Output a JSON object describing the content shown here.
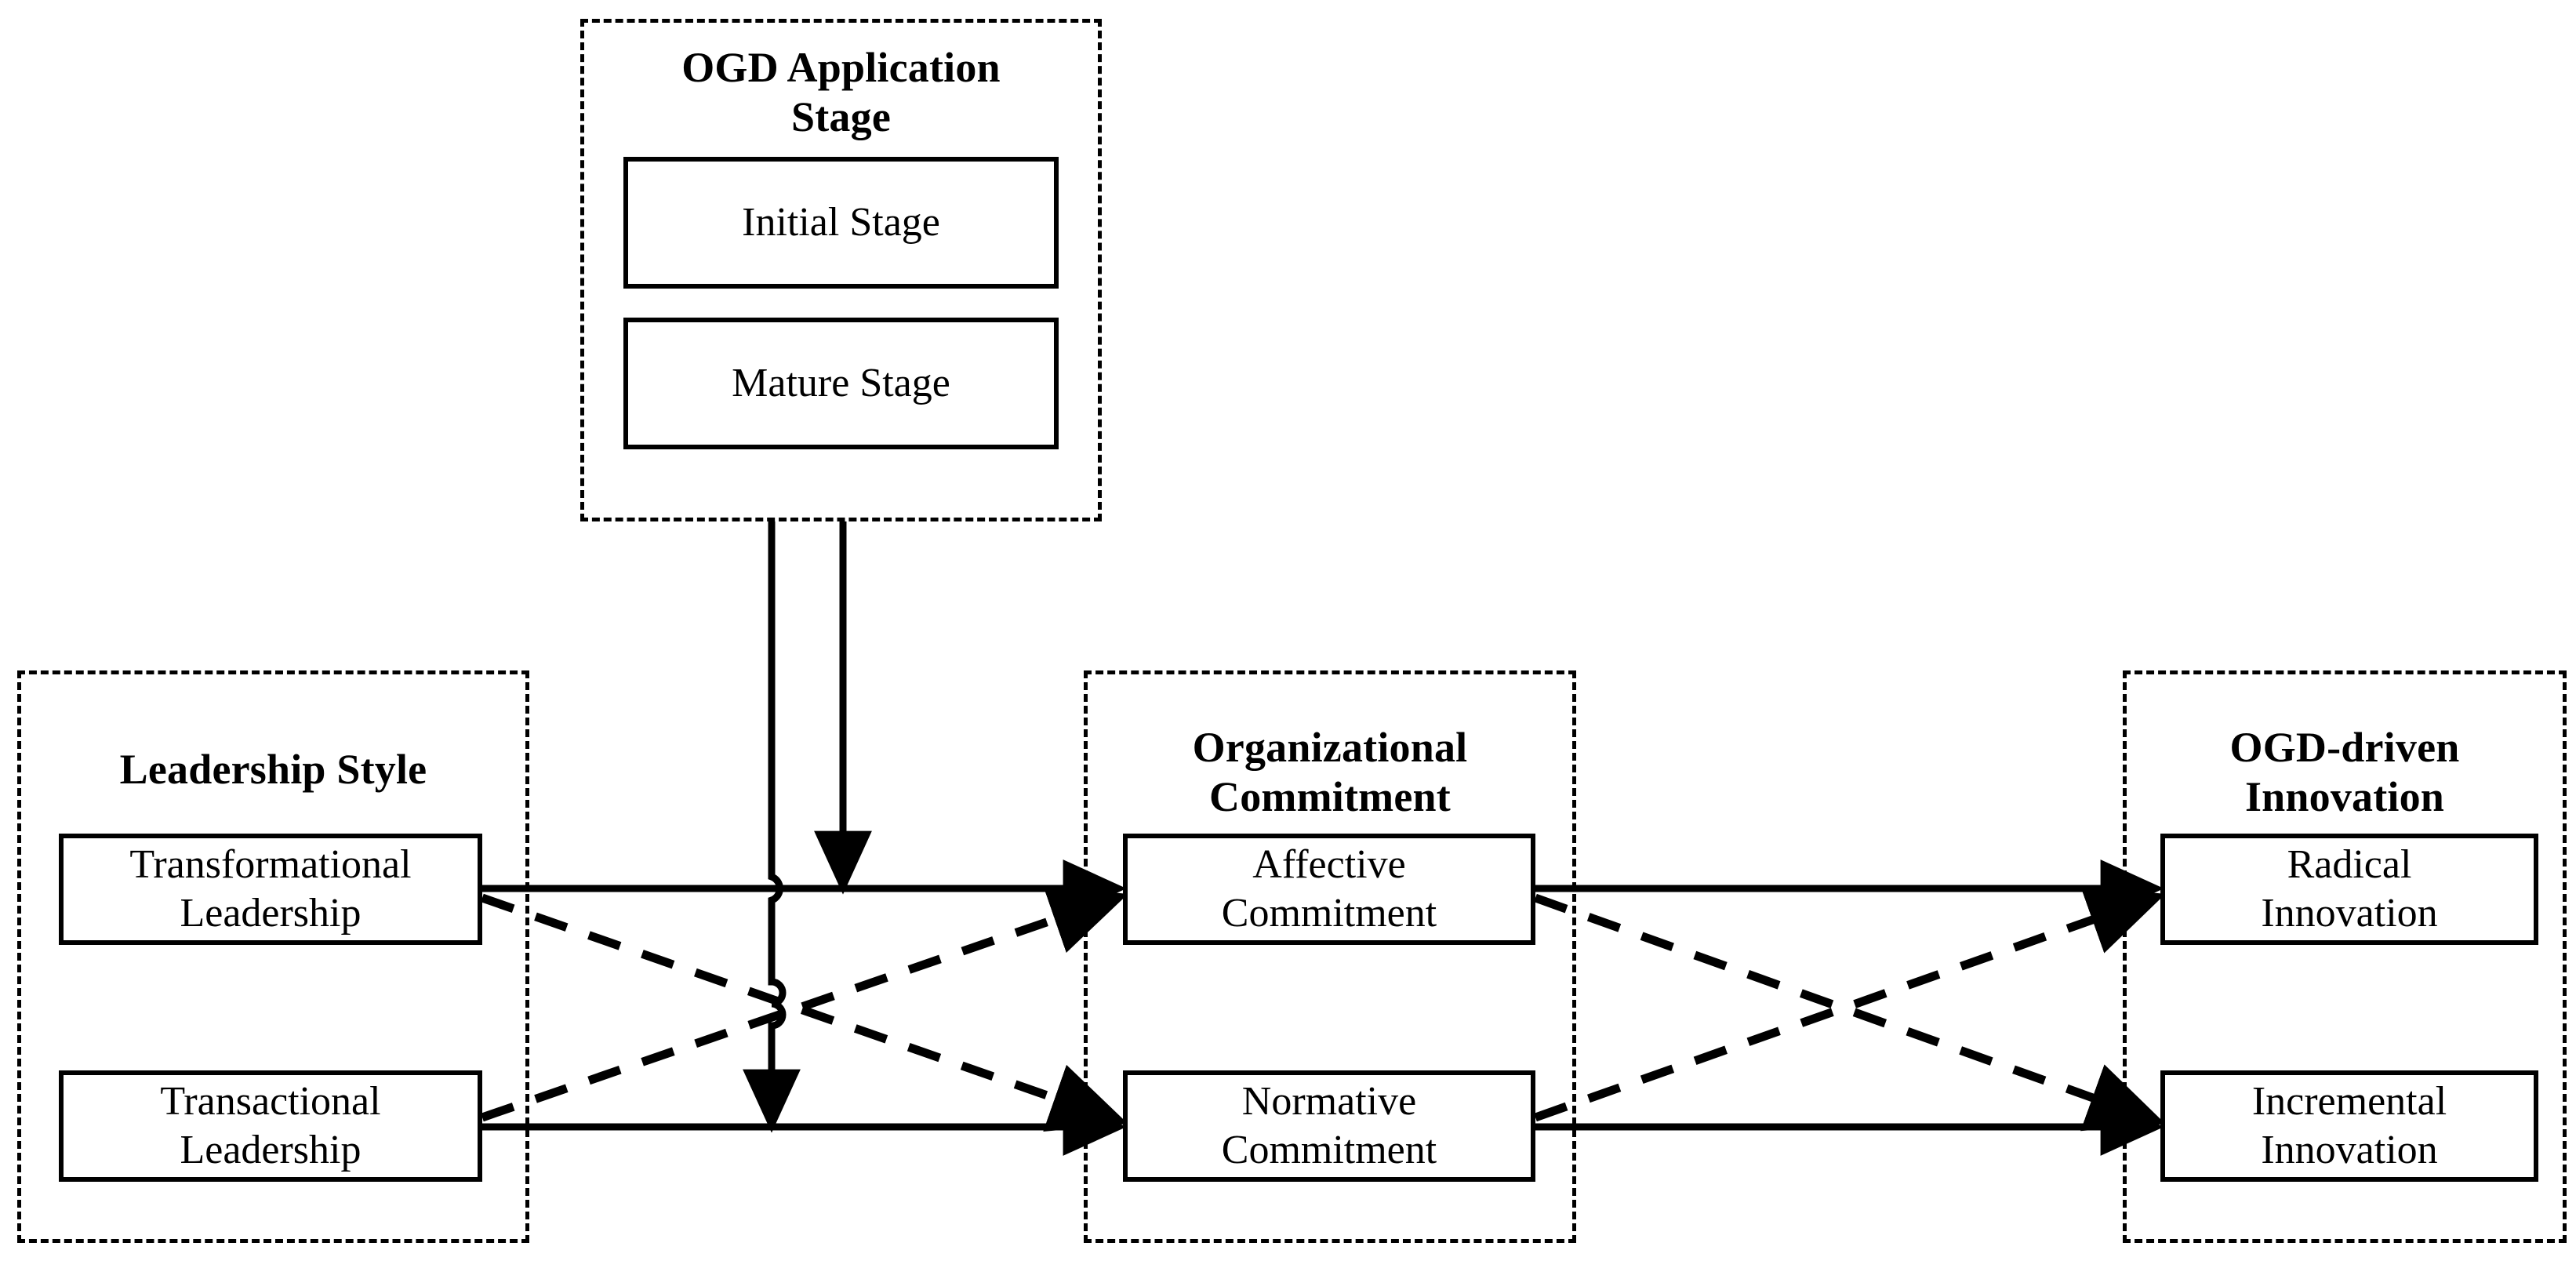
{
  "diagram": {
    "type": "conceptual-research-model",
    "background": "#ffffff",
    "line_color": "#000000"
  },
  "moderator": {
    "title": "OGD Application\nStage",
    "levels": [
      {
        "label": "Initial Stage"
      },
      {
        "label": "Mature Stage"
      }
    ]
  },
  "constructs": [
    {
      "id": "leadership-style",
      "title": "Leadership Style",
      "nodes": [
        {
          "id": "transformational-leadership",
          "label": "Transformational\nLeadership"
        },
        {
          "id": "transactional-leadership",
          "label": "Transactional\nLeadership"
        }
      ]
    },
    {
      "id": "organizational-commitment",
      "title": "Organizational\nCommitment",
      "nodes": [
        {
          "id": "affective-commitment",
          "label": "Affective\nCommitment"
        },
        {
          "id": "normative-commitment",
          "label": "Normative\nCommitment"
        }
      ]
    },
    {
      "id": "ogd-driven-innovation",
      "title": "OGD-driven\nInnovation",
      "nodes": [
        {
          "id": "radical-innovation",
          "label": "Radical\nInnovation"
        },
        {
          "id": "incremental-innovation",
          "label": "Incremental\nInnovation"
        }
      ]
    }
  ],
  "relations": [
    {
      "from": "transformational-leadership",
      "to": "affective-commitment",
      "style": "solid"
    },
    {
      "from": "transactional-leadership",
      "to": "normative-commitment",
      "style": "solid"
    },
    {
      "from": "transformational-leadership",
      "to": "normative-commitment",
      "style": "dashed"
    },
    {
      "from": "transactional-leadership",
      "to": "affective-commitment",
      "style": "dashed"
    },
    {
      "from": "affective-commitment",
      "to": "radical-innovation",
      "style": "solid"
    },
    {
      "from": "normative-commitment",
      "to": "incremental-innovation",
      "style": "solid"
    },
    {
      "from": "affective-commitment",
      "to": "incremental-innovation",
      "style": "dashed"
    },
    {
      "from": "normative-commitment",
      "to": "radical-innovation",
      "style": "dashed"
    },
    {
      "from": "ogd-application-stage",
      "to": "leadership-affective-path",
      "style": "solid-moderator"
    },
    {
      "from": "ogd-application-stage",
      "to": "leadership-normative-path",
      "style": "solid-moderator"
    }
  ]
}
